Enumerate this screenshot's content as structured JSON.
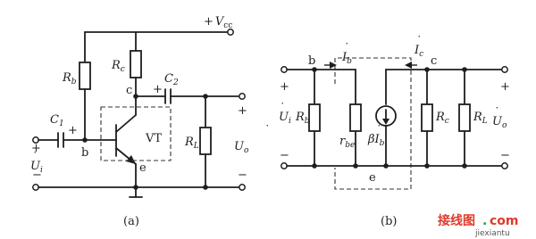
{
  "circuit_a": {
    "supply": {
      "sign": "+",
      "name": "V",
      "sub": "cc"
    },
    "rb": {
      "name": "R",
      "sub": "b"
    },
    "rc": {
      "name": "R",
      "sub": "c"
    },
    "c1": {
      "name": "C",
      "sub": "1"
    },
    "c2": {
      "name": "C",
      "sub": "2"
    },
    "rl": {
      "name": "R",
      "sub": "L"
    },
    "transistor": "VT",
    "node_b": "b",
    "node_c": "c",
    "node_e": "e",
    "plus": "+",
    "minus": "−",
    "ui": {
      "name": "U",
      "sub": "i"
    },
    "uo": {
      "name": "U",
      "sub": "o"
    },
    "caption": "(a)"
  },
  "circuit_b": {
    "ib": {
      "name": "I",
      "sub": "b"
    },
    "ic": {
      "name": "I",
      "sub": "c"
    },
    "node_b": "b",
    "node_c": "c",
    "node_e": "e",
    "plus": "+",
    "minus": "−",
    "ui": {
      "name": "U",
      "sub": "i"
    },
    "rb": {
      "name": "R",
      "sub": "b"
    },
    "rbe": {
      "name": "r",
      "sub": "be"
    },
    "source": {
      "coef": "β",
      "name": "I",
      "sub": "b"
    },
    "rc": {
      "name": "R",
      "sub": "c"
    },
    "rl": {
      "name": "R",
      "sub": "L"
    },
    "uo": {
      "name": "U",
      "sub": "o"
    },
    "caption": "(b)"
  },
  "watermark": {
    "cn": "接线图",
    "dot": ".",
    "com": "com",
    "url": "jiexiantu"
  },
  "colors": {
    "ink": "#1e1e1e",
    "watermark_red": "#e03a2a",
    "watermark_green": "#2f9a3a"
  }
}
